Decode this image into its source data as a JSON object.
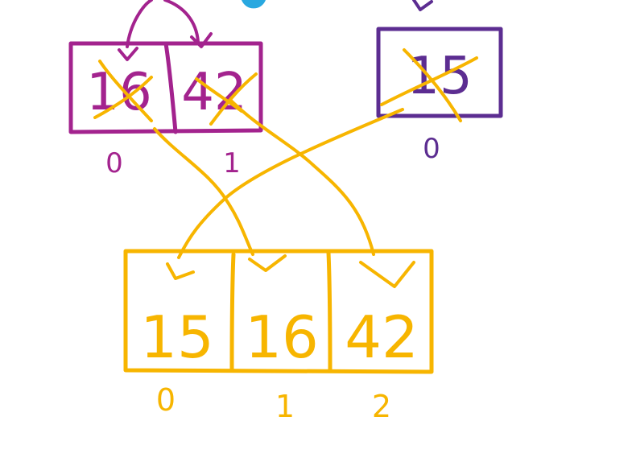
{
  "colors": {
    "left_array": "#A3238E",
    "right_array": "#5C2D91",
    "merged_array": "#F7B500",
    "accent_blue": "#29A8E0"
  },
  "left_array": {
    "cells": [
      "16",
      "42"
    ],
    "indices": [
      "0",
      "1"
    ]
  },
  "right_array": {
    "cells": [
      "15"
    ],
    "indices": [
      "0"
    ]
  },
  "merged_array": {
    "cells": [
      "15",
      "16",
      "42"
    ],
    "indices": [
      "0",
      "1",
      "2"
    ]
  }
}
